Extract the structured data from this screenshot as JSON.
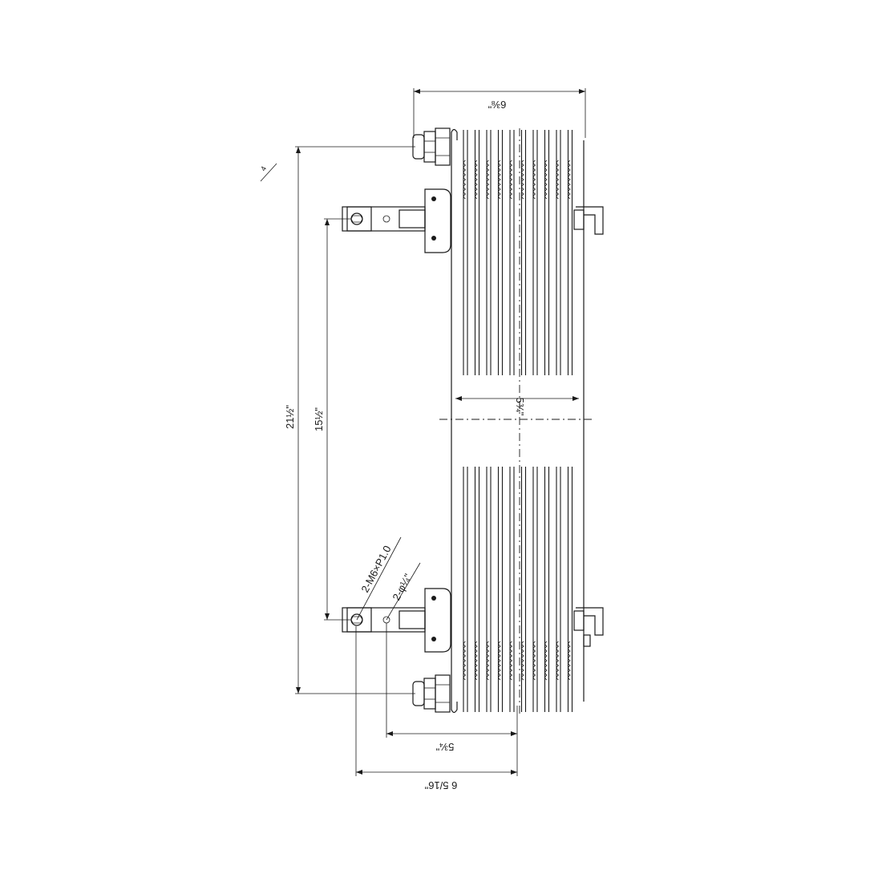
{
  "drawing": {
    "title": "",
    "dimensions": {
      "top_width": "6⅜\"",
      "core_length": "5¾\"",
      "overall_height": "21½\"",
      "mount_spacing": "15½\"",
      "bottom_inner": "5¾\"",
      "bottom_outer": "6 5/16\""
    },
    "callouts": {
      "thread": "2-M6×P1.0",
      "hole": "2-φ¼\""
    },
    "corner_mark": "4"
  },
  "colors": {
    "line": "#1a1a1a",
    "background": "#ffffff"
  }
}
